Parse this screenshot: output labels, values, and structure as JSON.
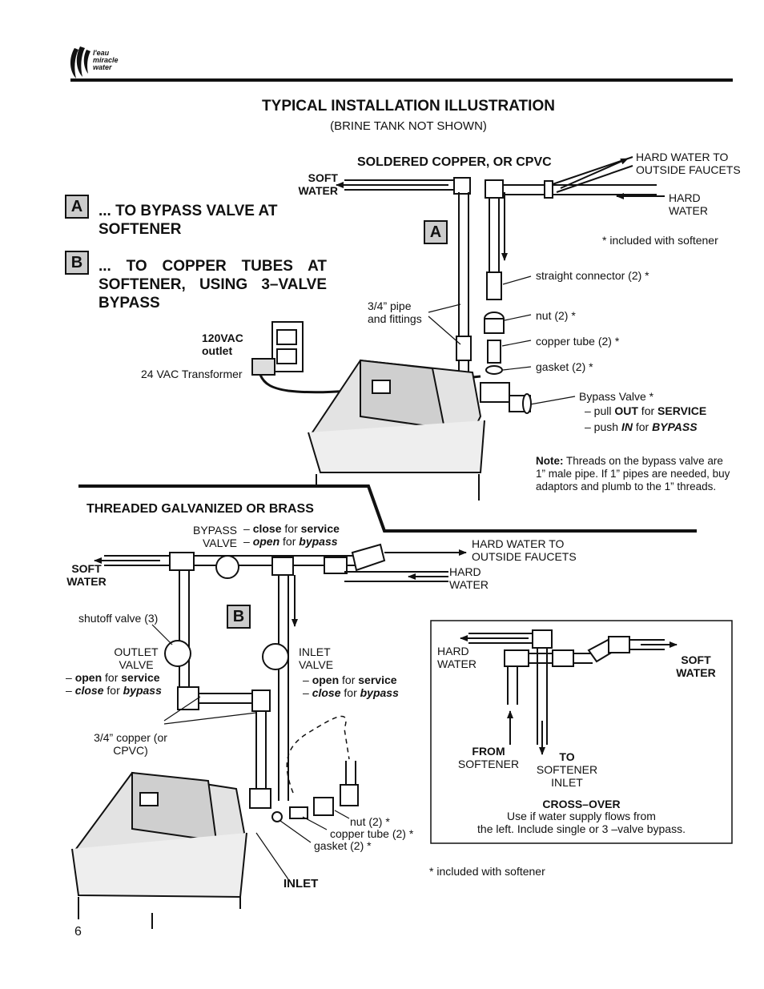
{
  "brand": {
    "logo_text": [
      "l'eau",
      "miracle",
      "water"
    ]
  },
  "header": {
    "title": "TYPICAL INSTALLATION ILLUSTRATION",
    "subtitle": "(BRINE TANK NOT SHOWN)"
  },
  "legend": {
    "a_letter": "A",
    "a_text": "... TO BYPASS VALVE AT SOFTENER",
    "b_letter": "B",
    "b_text": "... TO COPPER TUBES AT SOFTENER, USING 3–VALVE BYPASS"
  },
  "top": {
    "heading": "SOLDERED COPPER, OR CPVC",
    "soft_water": [
      "SOFT",
      "WATER"
    ],
    "hard_to_faucets": [
      "HARD WATER TO",
      "OUTSIDE FAUCETS"
    ],
    "hard_water": [
      "HARD",
      "WATER"
    ],
    "included": "* included with softener",
    "marker": "A",
    "pipe_label": [
      "3/4” pipe",
      "and fittings"
    ],
    "outlet_label": [
      "120VAC",
      "outlet"
    ],
    "transformer": "24 VAC Transformer",
    "parts": [
      "straight connector (2) *",
      "nut (2) *",
      "copper tube (2) *",
      "gasket (2) *"
    ],
    "bypass": {
      "title": "Bypass Valve *",
      "pull_pre": "– pull ",
      "pull_bold1": "OUT",
      "pull_mid": " for ",
      "pull_bold2": "SERVICE",
      "push_pre": "– push ",
      "push_bold1": "IN",
      "push_mid": " for ",
      "push_bold2": "BYPASS"
    },
    "note_label": "Note:",
    "note_lines": [
      "Threads on the bypass valve are",
      "1” male pipe. If 1” pipes are needed, buy",
      "adaptors and plumb to the 1” threads."
    ]
  },
  "bottom": {
    "heading": "THREADED GALVANIZED OR BRASS",
    "bypass_valve": [
      "BYPASS",
      "VALVE"
    ],
    "bv_close_pre": "– ",
    "bv_close": "close",
    "bv_for": " for ",
    "bv_service": "service",
    "bv_open": "open",
    "bv_bypass": "bypass",
    "soft_water": [
      "SOFT",
      "WATER"
    ],
    "hard_to_faucets": [
      "HARD WATER TO",
      "OUTSIDE FAUCETS"
    ],
    "hard_water": [
      "HARD",
      "WATER"
    ],
    "shutoff": "shutoff valve (3)",
    "marker": "B",
    "outlet_valve": [
      "OUTLET",
      "VALVE"
    ],
    "inlet_valve": [
      "INLET",
      "VALVE"
    ],
    "open_word": "open",
    "close_word": "close",
    "for_word": " for ",
    "service_word": "service",
    "bypass_word": "bypass",
    "dash": "– ",
    "copper_label": [
      "3/4” copper (or",
      "CPVC)"
    ],
    "parts": [
      "nut (2) *",
      "copper tube (2) *",
      "gasket (2) *"
    ],
    "inlet": "INLET",
    "included": "* included with softener"
  },
  "crossover": {
    "hard_water": [
      "HARD",
      "WATER"
    ],
    "soft_water": [
      "SOFT",
      "WATER"
    ],
    "from": [
      "FROM",
      "SOFTENER"
    ],
    "to": [
      "TO",
      "SOFTENER",
      "INLET"
    ],
    "title": "CROSS–OVER",
    "desc": [
      "Use if water supply flows from",
      "the left. Include single or 3 –valve bypass."
    ]
  },
  "page_number": "6"
}
